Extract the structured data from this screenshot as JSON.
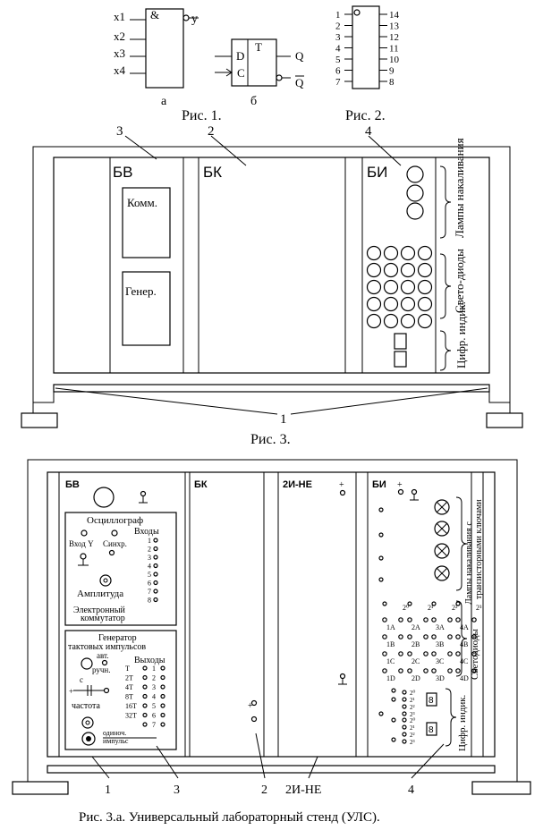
{
  "fig1": {
    "inputs": [
      "x1",
      "x2",
      "x3",
      "x4"
    ],
    "gate_symbol": "&",
    "output": "y",
    "sub_a": "а",
    "ff_d": "D",
    "ff_c": "C",
    "ff_t": "T",
    "ff_q": "Q",
    "ff_qbar": "Q",
    "sub_b": "б",
    "caption": "Рис. 1."
  },
  "fig2": {
    "left_pins": [
      "1",
      "2",
      "3",
      "4",
      "5",
      "6",
      "7"
    ],
    "right_pins": [
      "14",
      "13",
      "12",
      "11",
      "10",
      "9",
      "8"
    ],
    "caption": "Рис. 2."
  },
  "fig3": {
    "callouts": [
      "3",
      "2",
      "4",
      "1"
    ],
    "bv": "БВ",
    "bk": "БК",
    "bi": "БИ",
    "komm": "Комм.",
    "gener": "Генер.",
    "lamps_label": "Лампы накаливания",
    "leds_label": "Свето-диоды",
    "digital_label": "Цифр. индик.",
    "caption": "Рис. 3."
  },
  "fig3a": {
    "bv": "БВ",
    "bk": "БК",
    "nand": "2И-НЕ",
    "bi": "БИ",
    "osc_title": "Осциллограф",
    "osc_inputs": "Входы",
    "osc_in_y": "Вход Y",
    "osc_sync": "Синхр.",
    "osc_amp": "Амплитуда",
    "osc_comm": "Электронный коммутатор",
    "osc_nums": [
      "1",
      "2",
      "3",
      "4",
      "5",
      "6",
      "7",
      "8"
    ],
    "gen_title1": "Генератор",
    "gen_title2": "тактовых импульсов",
    "gen_avt": "авт.",
    "gen_ruchn": "ручн.",
    "gen_outputs": "Выходы",
    "gen_rows": [
      [
        "T",
        "1"
      ],
      [
        "2T",
        "2"
      ],
      [
        "4T",
        "3"
      ],
      [
        "8T",
        "4"
      ],
      [
        "16T",
        "5"
      ],
      [
        "32T",
        "6"
      ],
      [
        "",
        "7"
      ]
    ],
    "gen_c": "с",
    "gen_freq": "частота",
    "gen_single1": "одиноч.",
    "gen_single2": "импульс",
    "bi_lamps": "Лампы накаливания с транзисторными ключами",
    "bi_leds": "Светодиоды",
    "bi_digital": "Цифр. индик.",
    "led_pow": [
      "2⁰",
      "2¹",
      "2²",
      "2³"
    ],
    "led_cols": [
      "A",
      "B",
      "C",
      "D"
    ],
    "led_nums": [
      "1",
      "2",
      "3",
      "4"
    ],
    "digit_bits": [
      "2⁰",
      "2¹",
      "2²",
      "2³"
    ],
    "plus": "+",
    "minus": "⊥",
    "callouts": [
      "1",
      "3",
      "2",
      "2И-НЕ",
      "4"
    ],
    "caption": "Рис. 3.а. Универсальный лабораторный стенд (УЛС)."
  }
}
